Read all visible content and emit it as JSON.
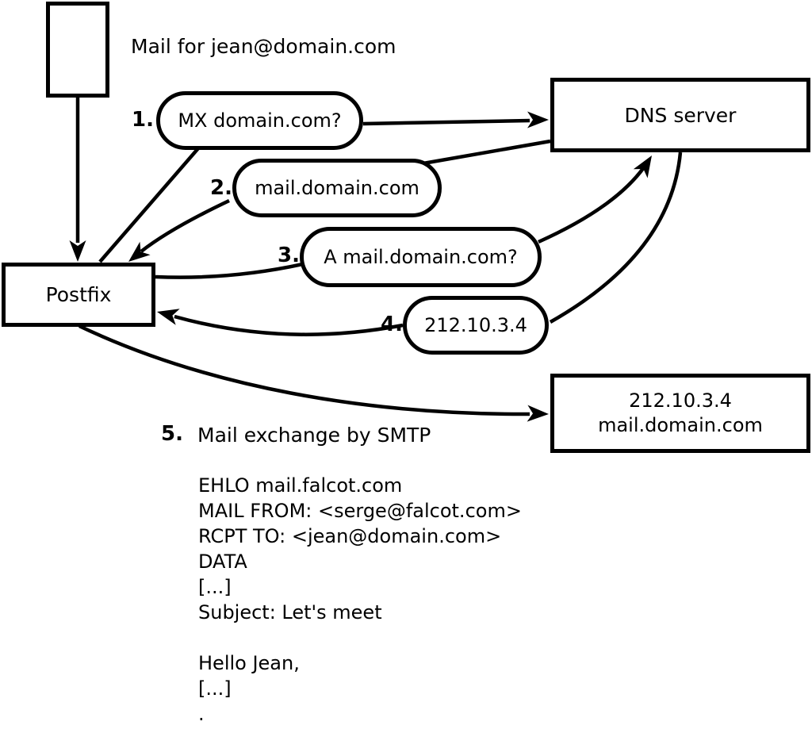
{
  "diagram": {
    "note_label": "Mail for jean@domain.com",
    "nodes": {
      "postfix": {
        "label": "Postfix"
      },
      "dns_server": {
        "label": "DNS server"
      },
      "mail_server": {
        "line1": "212.10.3.4",
        "line2": "mail.domain.com"
      }
    },
    "steps": [
      {
        "num": "1.",
        "label": "MX domain.com?"
      },
      {
        "num": "2.",
        "label": "mail.domain.com"
      },
      {
        "num": "3.",
        "label": "A mail.domain.com?"
      },
      {
        "num": "4.",
        "label": "212.10.3.4"
      },
      {
        "num": "5.",
        "label": "Mail exchange by SMTP"
      }
    ],
    "smtp_transcript": "EHLO mail.falcot.com\nMAIL FROM: <serge@falcot.com>\nRCPT TO: <jean@domain.com>\nDATA\n[...]\nSubject: Let's meet\n\nHello Jean,\n[...]\n.",
    "colors": {
      "stroke": "#000000",
      "background": "#ffffff"
    }
  }
}
